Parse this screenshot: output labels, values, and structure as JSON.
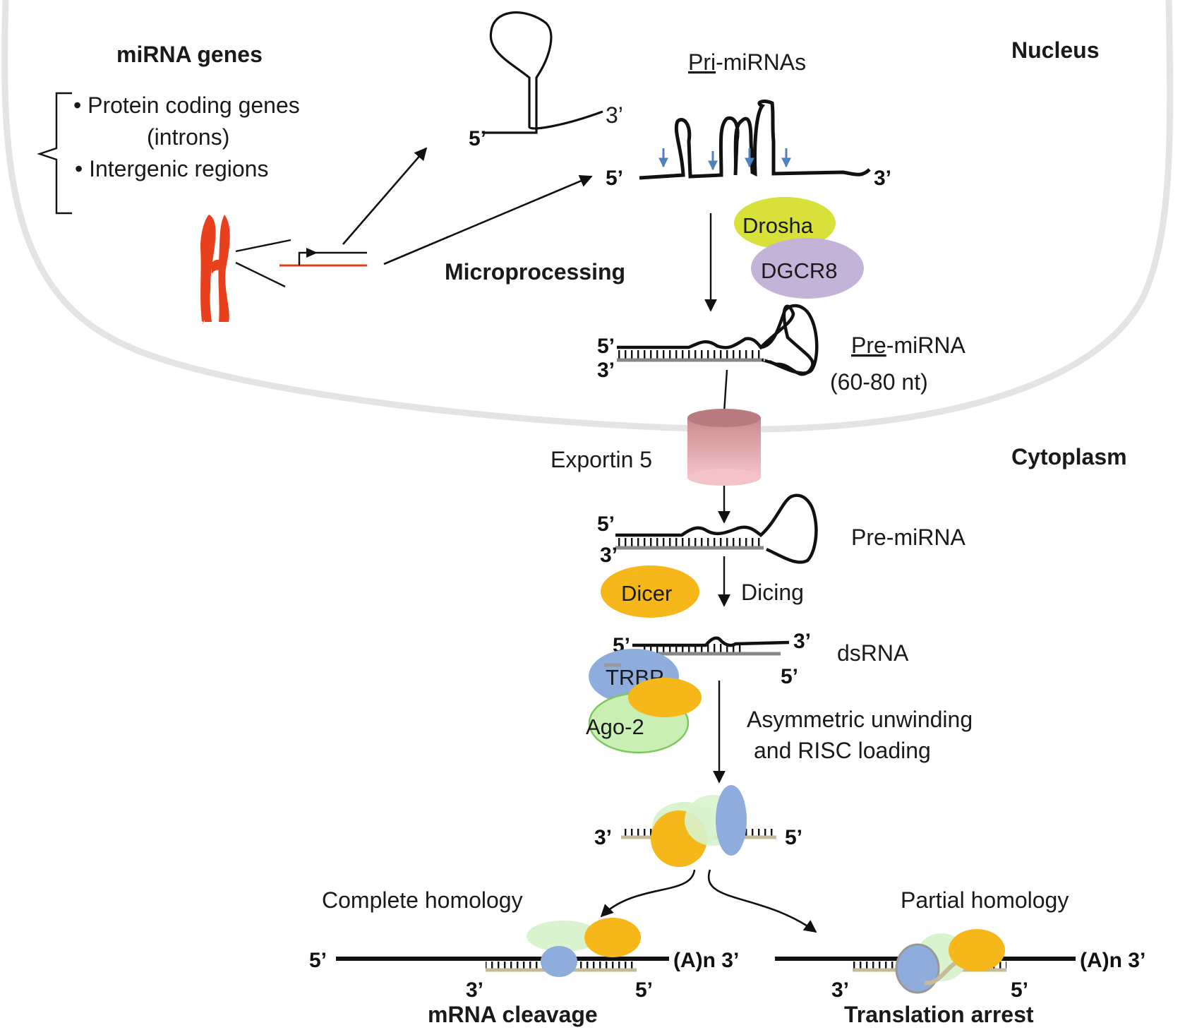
{
  "regions": {
    "nucleus": "Nucleus",
    "cytoplasm": "Cytoplasm"
  },
  "genes": {
    "title": "miRNA genes",
    "bullets": [
      "• Protein coding genes",
      "(introns)",
      "•  Intergenic regions"
    ]
  },
  "pri": {
    "label_underlined": "Pri",
    "label_rest": "-miRNAs",
    "five": "5’",
    "three": "3’"
  },
  "hairpin": {
    "five": "5’",
    "three": "3’"
  },
  "proteins": {
    "drosha": "Drosha",
    "dgcr8": "DGCR8",
    "dicer": "Dicer",
    "trbp": "TRBP",
    "ago2": "Ago-2",
    "exportin": "Exportin 5"
  },
  "steps": {
    "microprocessing": "Microprocessing",
    "dicing": "Dicing",
    "unwinding_1": "Asymmetric unwinding",
    "unwinding_2": "and RISC loading"
  },
  "pre_nuclear": {
    "label_underlined": "Pre",
    "label_rest": "-miRNA",
    "size": "(60-80 nt)",
    "five": "5’",
    "three": "3’"
  },
  "pre_cyto": {
    "label": "Pre-miRNA",
    "five": "5’",
    "three": "3’"
  },
  "dsrna": {
    "label": "dsRNA",
    "five_top": "5’",
    "three_top": "3’",
    "five_bottom": "5’"
  },
  "risc": {
    "three": "3’",
    "five": "5’"
  },
  "outcomes": {
    "complete": {
      "label": "Complete homology",
      "five": "5’",
      "tail": "(A)n 3’",
      "guide_three": "3’",
      "guide_five": "5’",
      "result": "mRNA cleavage"
    },
    "partial": {
      "label": "Partial homology",
      "tail": "(A)n 3’",
      "guide_three": "3’",
      "guide_five": "5’",
      "result": "Translation arrest"
    }
  },
  "colors": {
    "chromosome": "#e8401c",
    "drosha": "#d8e03a",
    "dgcr8": "#c4b3d8",
    "dicer": "#f5b719",
    "trbp": "#8eacdc",
    "ago2": "#c9efb4",
    "exportin": "#e4a8ac",
    "cleavage_arrow": "#4f81bd",
    "membrane": "#e4e4e4"
  }
}
